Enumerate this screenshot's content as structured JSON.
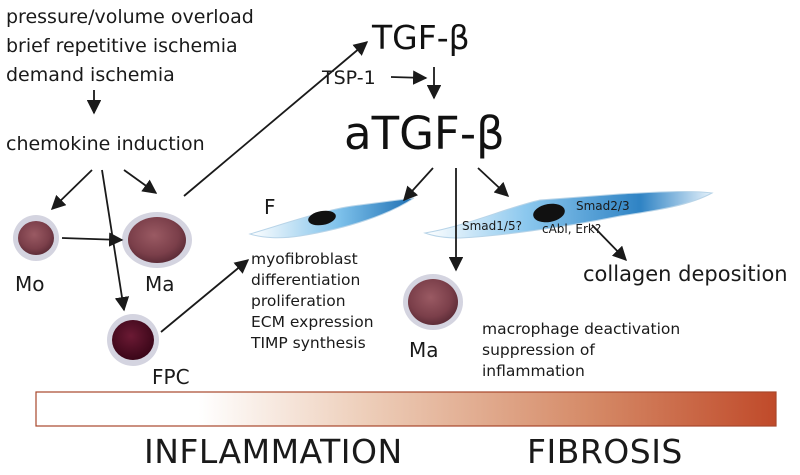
{
  "triggers": [
    "pressure/volume overload",
    "brief repetitive ischemia",
    "demand ischemia"
  ],
  "chemokine": "chemokine induction",
  "cells": {
    "mo": "Mo",
    "ma": "Ma",
    "fpc": "FPC",
    "ma2": "Ma",
    "f": "F"
  },
  "tgf": {
    "latent": "TGF-β",
    "tsp1": "TSP-1",
    "active": "aTGF-β"
  },
  "fibroblast_effects": [
    "myofibroblast",
    "differentiation",
    "proliferation",
    "ECM expression",
    "TIMP synthesis"
  ],
  "signaling": {
    "smad15": "Smad1/5?",
    "smad23": "Smad2/3",
    "cabl": "cAbl, Erk?"
  },
  "collagen": "collagen deposition",
  "macrophage_effects": [
    "macrophage deactivation",
    "suppression of",
    "inflammation"
  ],
  "gradient": {
    "start_color": "#ffffff",
    "end_color": "#c04a2a"
  },
  "phases": {
    "inflammation": "INFLAMMATION",
    "fibrosis": "FIBROSIS"
  },
  "colors": {
    "cell_fill": "#7b3f4a",
    "fpc_fill": "#4a0f22",
    "fibroblast_blue": "#2f83c4"
  }
}
